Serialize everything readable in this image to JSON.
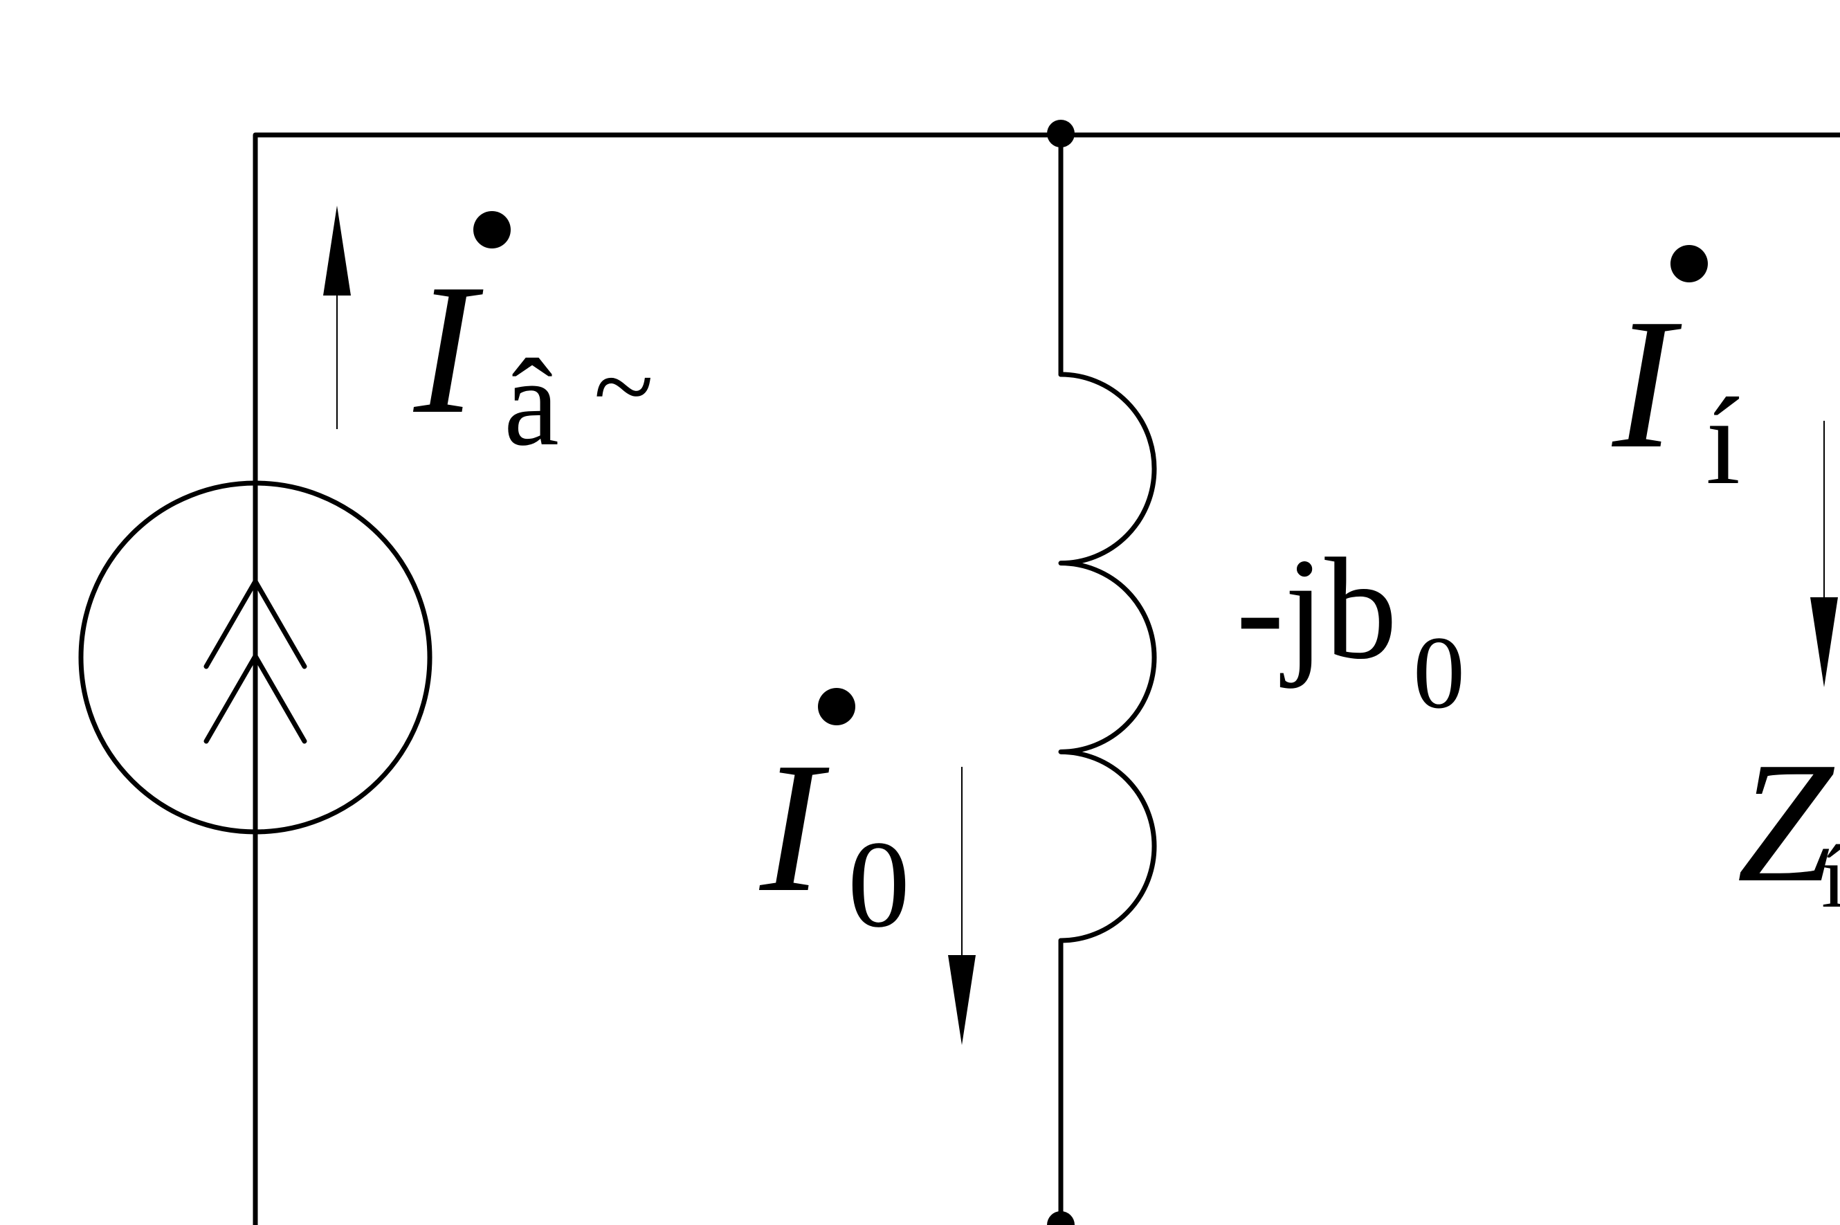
{
  "colors": {
    "background": "#ffffff",
    "stroke": "#000000"
  },
  "diagram": {
    "source_current": {
      "symbol": "I",
      "subscript": "â",
      "tilde": "~"
    },
    "magnetizing_current": {
      "symbol": "I",
      "subscript": "0"
    },
    "inductor_admittance": {
      "main": "-jb",
      "subscript": "0"
    },
    "load_current": {
      "symbol": "I",
      "subscript": "í"
    },
    "load_impedance": {
      "symbol": "Z",
      "subscript": "í"
    }
  }
}
